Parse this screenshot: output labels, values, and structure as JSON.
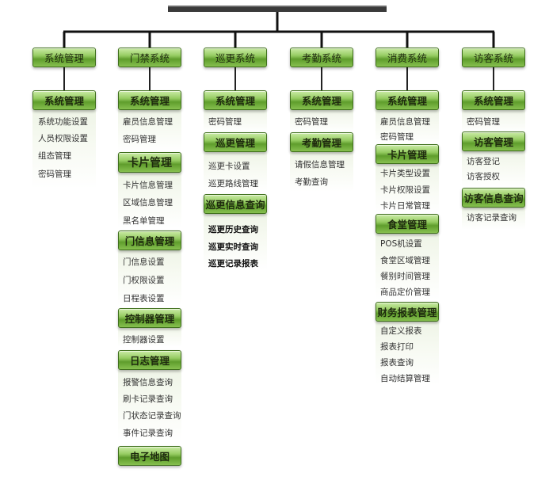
{
  "columns": [
    {
      "title": "系统管理",
      "groups": [
        {
          "title": "系统管理",
          "items": [
            "系统功能设置",
            "人员权限设置",
            "组态管理",
            "密码管理"
          ]
        }
      ]
    },
    {
      "title": "门禁系统",
      "groups": [
        {
          "title": "系统管理",
          "items": [
            "雇员信息管理",
            "密码管理"
          ]
        },
        {
          "title": "卡片管理",
          "items": [
            "卡片信息管理",
            "区域信息管理",
            "黑名单管理"
          ]
        },
        {
          "title": "门信息管理",
          "items": [
            "门信息设置",
            "门权限设置",
            "日程表设置"
          ]
        },
        {
          "title": "控制器管理",
          "items": [
            "控制器设置"
          ]
        },
        {
          "title": "日志管理",
          "items": [
            "报警信息查询",
            "刷卡记录查询",
            "门状态记录查询",
            "事件记录查询"
          ]
        },
        {
          "title": "电子地图",
          "items": []
        }
      ]
    },
    {
      "title": "巡更系统",
      "groups": [
        {
          "title": "系统管理",
          "items": [
            "密码管理"
          ]
        },
        {
          "title": "巡更管理",
          "items": [
            "巡更卡设置",
            "巡更路线管理"
          ]
        },
        {
          "title": "巡更信息查询",
          "items": [
            "巡更历史查询",
            "巡更实时查询",
            "巡更记录报表"
          ]
        }
      ]
    },
    {
      "title": "考勤系统",
      "groups": [
        {
          "title": "系统管理",
          "items": [
            "密码管理"
          ]
        },
        {
          "title": "考勤管理",
          "items": [
            "请假信息管理",
            "考勤查询"
          ]
        }
      ]
    },
    {
      "title": "消费系统",
      "groups": [
        {
          "title": "系统管理",
          "items": [
            "雇员信息管理",
            "密码管理"
          ]
        },
        {
          "title": "卡片管理",
          "items": [
            "卡片类型设置",
            "卡片权限设置",
            "卡片日常管理"
          ]
        },
        {
          "title": "食堂管理",
          "items": [
            "POS机设置",
            "食堂区域管理",
            "餐别时间管理",
            "商品定价管理"
          ]
        },
        {
          "title": "财务报表管理",
          "items": [
            "自定义报表",
            "报表打印",
            "报表查询",
            "自动结算管理"
          ]
        }
      ]
    },
    {
      "title": "访客系统",
      "groups": [
        {
          "title": "系统管理",
          "items": [
            "密码管理"
          ]
        },
        {
          "title": "访客管理",
          "items": [
            "访客登记",
            "访客授权"
          ]
        },
        {
          "title": "访客信息查询",
          "items": [
            "访客记录查询"
          ]
        }
      ]
    }
  ]
}
